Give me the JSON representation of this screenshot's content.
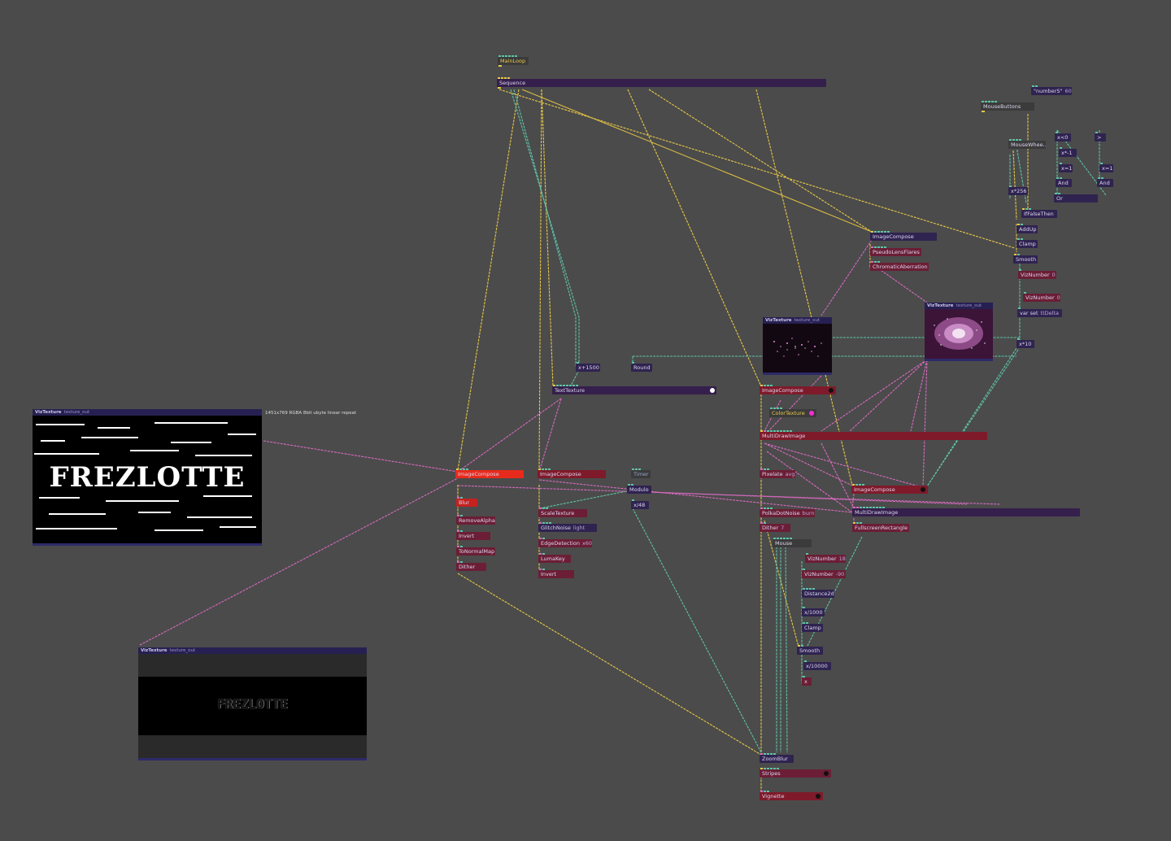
{
  "colors": {
    "background": "#4b4b4b",
    "wire_yellow": "#e8c848",
    "wire_teal": "#5fc4a8",
    "wire_pink": "#d86ac0"
  },
  "nodes": {
    "mainloop": "MainLoop",
    "sequence": "Sequence",
    "number": {
      "label": "\"numberS\"",
      "value": "60"
    },
    "mousebuttons": "MouseButtons",
    "mousewheel": "MouseWhee..",
    "xlt0": "x<0",
    "gt": ">",
    "xmul1": "x*-1",
    "xeq1a": "x=1",
    "xeq1b": "x=1",
    "and1": "And",
    "and2": "And",
    "x256": "x*256",
    "or": "Or",
    "iffalsethen": "IfFalseThen",
    "addup": "AddUp",
    "clamp1": "Clamp",
    "smooth1": "Smooth",
    "viznum1": {
      "label": "VizNumber",
      "value": "0"
    },
    "viznum2": {
      "label": "VizNumber",
      "value": "0"
    },
    "varset": {
      "label": "var set",
      "value": "ttDelta"
    },
    "x10": "x*10",
    "imagecompose_top": "ImageCompose",
    "pseudolensflares": "PseudoLensFlares",
    "chromatic": "ChromaticAberration",
    "x1500": "x+1500",
    "round": "Round",
    "texttexture": "TextTexture",
    "imagecompose_mid": "ImageCompose",
    "colortexture": "ColorTexture",
    "multidraw1": "MultiDrawImage",
    "imagecompose_left": "ImageCompose",
    "blur": "Blur",
    "removealpha": "RemoveAlpha",
    "invert1": "Invert",
    "tonormalmap": "ToNormalMap",
    "dither1": "Dither",
    "imagecompose_c": "ImageCompose",
    "scaletexture": "ScaleTexture",
    "glitchnoise": {
      "label": "GlitchNoise",
      "value": "light"
    },
    "edgedetection": {
      "label": "EdgeDetection",
      "value": "x60"
    },
    "lumakey": "LumaKey",
    "invert2": "Invert",
    "timer": "Timer",
    "modulo": "Modulo",
    "x48": "x/48",
    "pixelate": {
      "label": "Pixelate",
      "value": "avg"
    },
    "polkadot": {
      "label": "PolkaDotNoise",
      "value": "burn"
    },
    "dither2": {
      "label": "Dither",
      "value": "7"
    },
    "mouse": "Mouse",
    "viznum3": {
      "label": "VizNumber",
      "value": "18"
    },
    "viznum4": {
      "label": "VizNumber",
      "value": "-90"
    },
    "distance2d": "Distance2d",
    "x1000": "x/1000",
    "clamp2": "Clamp",
    "smooth2": "Smooth",
    "x10000": "x/10000",
    "op_x": "x",
    "imagecompose_r": "ImageCompose",
    "multidraw2": "MultiDrawImage",
    "fullscreenrect": "FullscreenRectangle",
    "zoomblur": "ZoomBlur",
    "stripes": "Stripes",
    "vignette": "Vignette"
  },
  "viz": {
    "big": {
      "title": "VizTexture",
      "param": "texture_out",
      "info": "1451x769 RGBA 8bit ubyte linear repeat",
      "text": "FREZLOTTE"
    },
    "bottom": {
      "title": "VizTexture",
      "param": "texture_out",
      "text": "FREZLOTTE"
    },
    "mid": {
      "title": "VizTexture",
      "param": "texture_out"
    },
    "right": {
      "title": "VizTexture",
      "param": "texture_out"
    }
  }
}
